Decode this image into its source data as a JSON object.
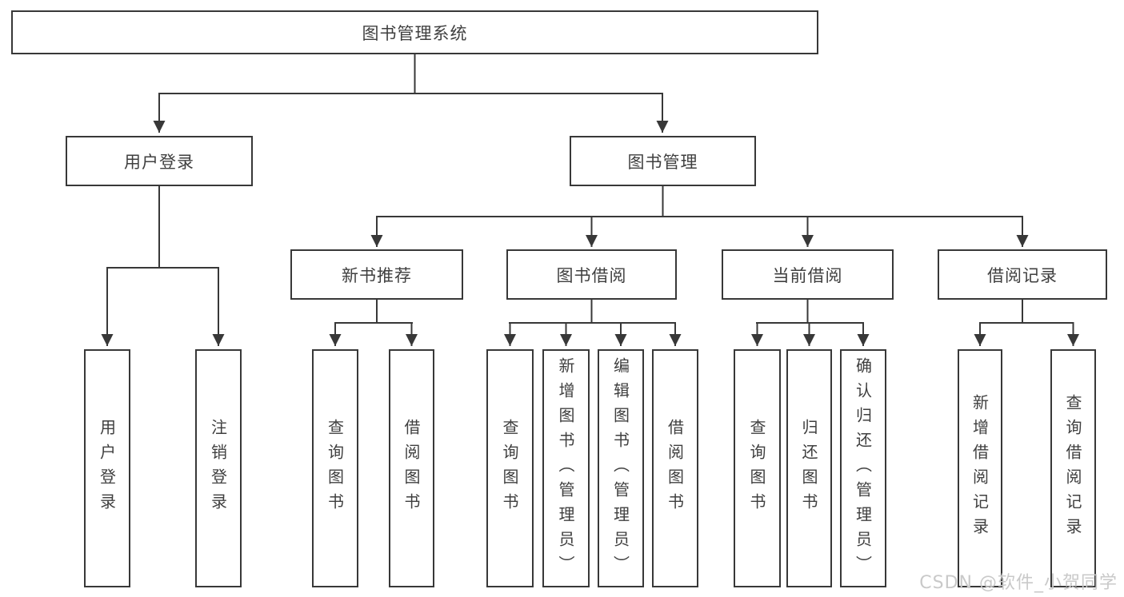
{
  "diagram": {
    "title": "图书管理系统",
    "tree": {
      "root": {
        "label": "图书管理系统",
        "children": [
          {
            "label": "用户登录",
            "children": [
              {
                "label": "用户登录"
              },
              {
                "label": "注销登录"
              }
            ]
          },
          {
            "label": "图书管理",
            "children": [
              {
                "label": "新书推荐",
                "children": [
                  {
                    "label": "查询图书"
                  },
                  {
                    "label": "借阅图书"
                  }
                ]
              },
              {
                "label": "图书借阅",
                "children": [
                  {
                    "label": "查询图书"
                  },
                  {
                    "label": "新增图书（管理员）"
                  },
                  {
                    "label": "编辑图书（管理员）"
                  },
                  {
                    "label": "借阅图书"
                  }
                ]
              },
              {
                "label": "当前借阅",
                "children": [
                  {
                    "label": "查询图书"
                  },
                  {
                    "label": "归还图书"
                  },
                  {
                    "label": "确认归还（管理员）"
                  }
                ]
              },
              {
                "label": "借阅记录",
                "children": [
                  {
                    "label": "新增借阅记录"
                  },
                  {
                    "label": "查询借阅记录"
                  }
                ]
              }
            ]
          }
        ]
      }
    },
    "colors": {
      "line": "#383838",
      "box_border": "#383838",
      "text": "#3f3f3f",
      "background": "#ffffff",
      "watermark": "#c9c9c9"
    }
  },
  "watermark": {
    "text": "CSDN @软件_小贺同学"
  }
}
